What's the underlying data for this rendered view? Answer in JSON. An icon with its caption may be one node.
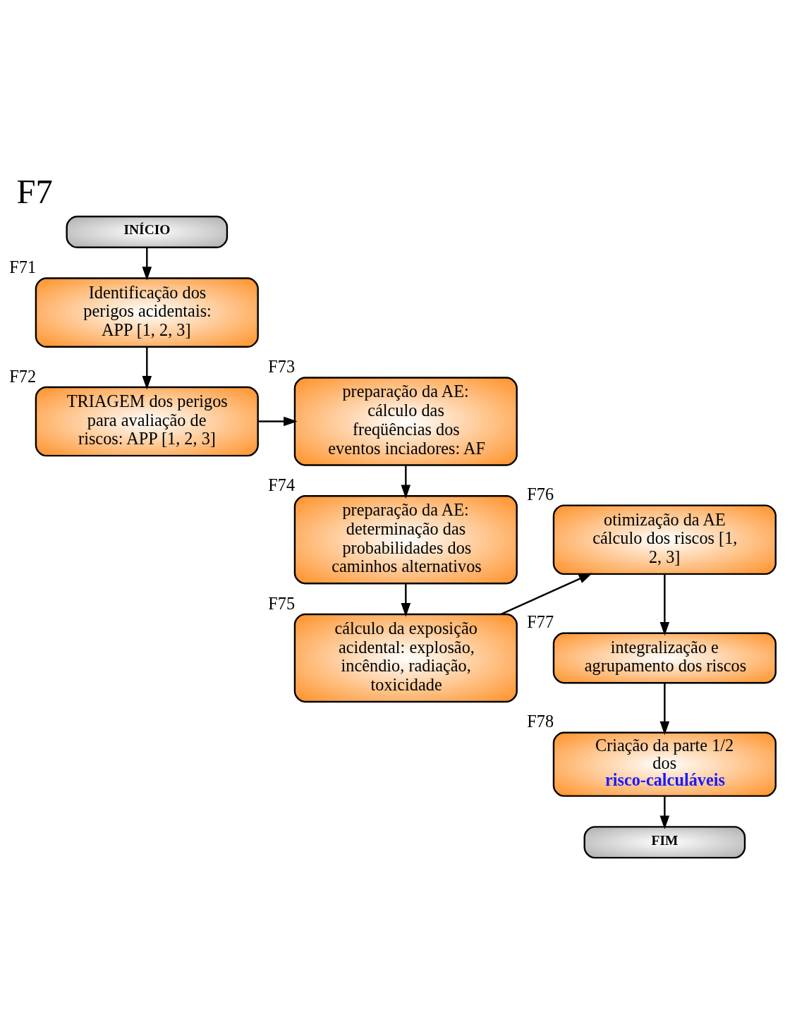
{
  "diagram": {
    "title": "F7",
    "nodes": [
      {
        "text": [
          "INÍCIO"
        ]
      },
      {
        "text": [
          "Identificação dos perigos acidentais: APP [1, 2, 3]"
        ],
        "beside": [
          "F71"
        ]
      },
      {
        "text": [
          "TRIAGEM dos perigos para avaliação de riscos: APP [1, 2, 3]"
        ],
        "beside": [
          "F72"
        ]
      },
      {
        "text": [
          "preparação da AE: cálculo das freqüências dos eventos inciadores: AF"
        ],
        "beside": [
          "F73"
        ]
      },
      {
        "text": [
          "preparação da AE: determinação das probabilidades dos caminhos alternativos"
        ],
        "beside": [
          "F74"
        ]
      },
      {
        "text": [
          "cálculo da exposição acidental: explosão, incêndio, radiação, toxicidade"
        ],
        "beside": [
          "F75"
        ]
      },
      {
        "text": [
          "otimização da AE cálculo dos riscos [1, 2, 3]"
        ],
        "beside": [
          "F76"
        ]
      },
      {
        "text": [
          "integralização e agrupamento dos riscos"
        ],
        "beside": [
          "F77"
        ]
      },
      {
        "text": [
          "Criação da parte 1/2 dos **risco-calculáveis**"
        ],
        "beside": [
          "F78"
        ]
      },
      {
        "text": [
          "FIM"
        ]
      }
    ],
    "edges": [
      {
        "from": 0,
        "to": 1,
        "arrow": "to"
      },
      {
        "from": 1,
        "to": 2,
        "arrow": "to"
      },
      {
        "from": 2,
        "to": 3,
        "arrow": "to"
      },
      {
        "from": 3,
        "to": 4,
        "arrow": "to"
      },
      {
        "from": 4,
        "to": 5,
        "arrow": "to"
      },
      {
        "from": 5,
        "to": 6,
        "arrow": "to"
      },
      {
        "from": 6,
        "to": 7,
        "arrow": "to"
      },
      {
        "from": 7,
        "to": 8,
        "arrow": "to"
      },
      {
        "from": 8,
        "to": 9,
        "arrow": "to"
      }
    ]
  }
}
